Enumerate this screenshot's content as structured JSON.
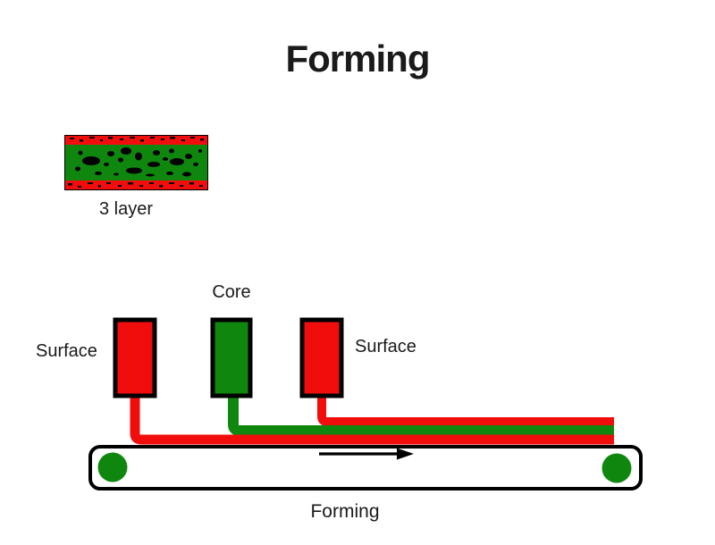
{
  "title": "Forming",
  "sample": {
    "label": "3 layer"
  },
  "hoppers": {
    "left": {
      "label": "Surface"
    },
    "center": {
      "label": "Core"
    },
    "right": {
      "label": "Surface"
    }
  },
  "conveyor": {
    "label": "Forming",
    "direction": "right"
  },
  "colors": {
    "surface_red": "#f20d0d",
    "core_green": "#0f870f",
    "outline": "#000000",
    "background": "#ffffff"
  }
}
